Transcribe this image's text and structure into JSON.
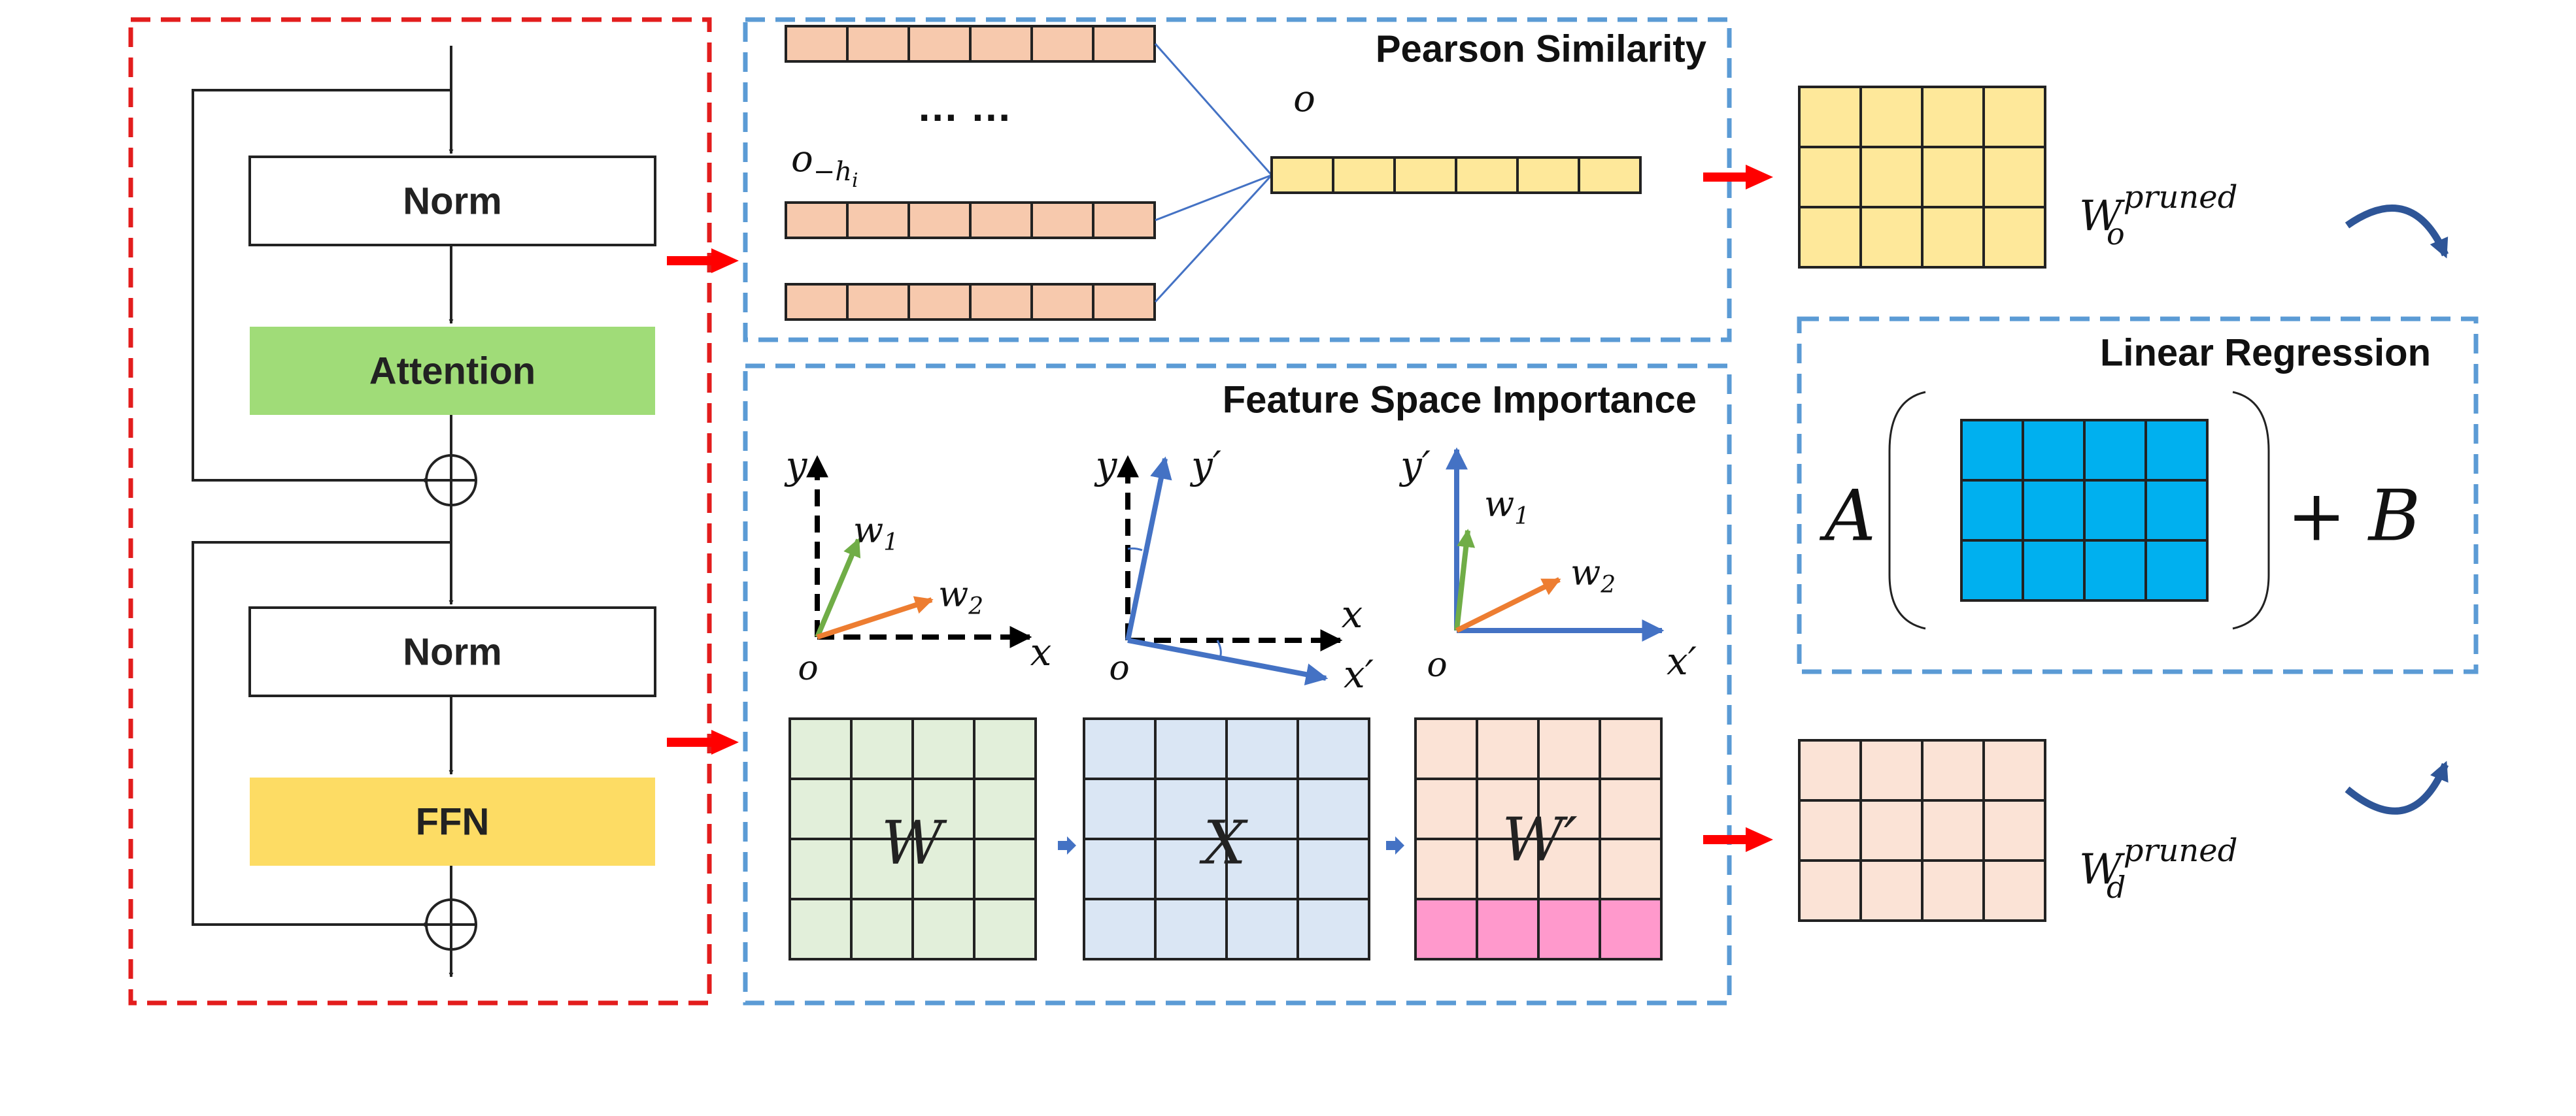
{
  "block": {
    "norm1_label": "Norm",
    "attention_label": "Attention",
    "norm2_label": "Norm",
    "ffn_label": "FFN"
  },
  "pearson": {
    "title": "Pearson Similarity",
    "ellipsis": "… …",
    "o_label": "o",
    "o_minus_main": "o",
    "o_minus_sub": "−h",
    "o_minus_subsub": "i"
  },
  "feature": {
    "title": "Feature Space Importance",
    "axis_y": "y",
    "axis_x": "x",
    "axis_y_prime": "y′",
    "axis_x_prime": "x′",
    "origin": "o",
    "w_main": "w",
    "w1_sub": "1",
    "w2_sub": "2",
    "matrix_w_label": "W",
    "matrix_x_label": "X",
    "matrix_wprime_label": "W′"
  },
  "regression": {
    "title": "Linear Regression",
    "a_label": "A",
    "plus_b_label": "+ B"
  },
  "outputs": {
    "wo_main": "W",
    "wo_sup": "pruned",
    "wo_sub": "o",
    "wd_main": "W",
    "wd_sup": "pruned",
    "wd_sub": "d"
  },
  "colors": {
    "red_dash": "#e31d1d",
    "blue_dash": "#5b9bd5",
    "attention_fill": "#a0dc78",
    "ffn_fill": "#fddc64",
    "salmon_cell": "#f7c9ad",
    "yellow_cell": "#fee89a",
    "green_cell": "#e2efda",
    "lightblue_cell": "#dae6f4",
    "peach_cell": "#fbe3d6",
    "pink_cell": "#ff99cc",
    "cyan_cell": "#00b0ef",
    "arrow_red": "#ff0000",
    "vec_green": "#70ad47",
    "vec_orange": "#ed7d31",
    "vec_blue": "#4472c4"
  }
}
